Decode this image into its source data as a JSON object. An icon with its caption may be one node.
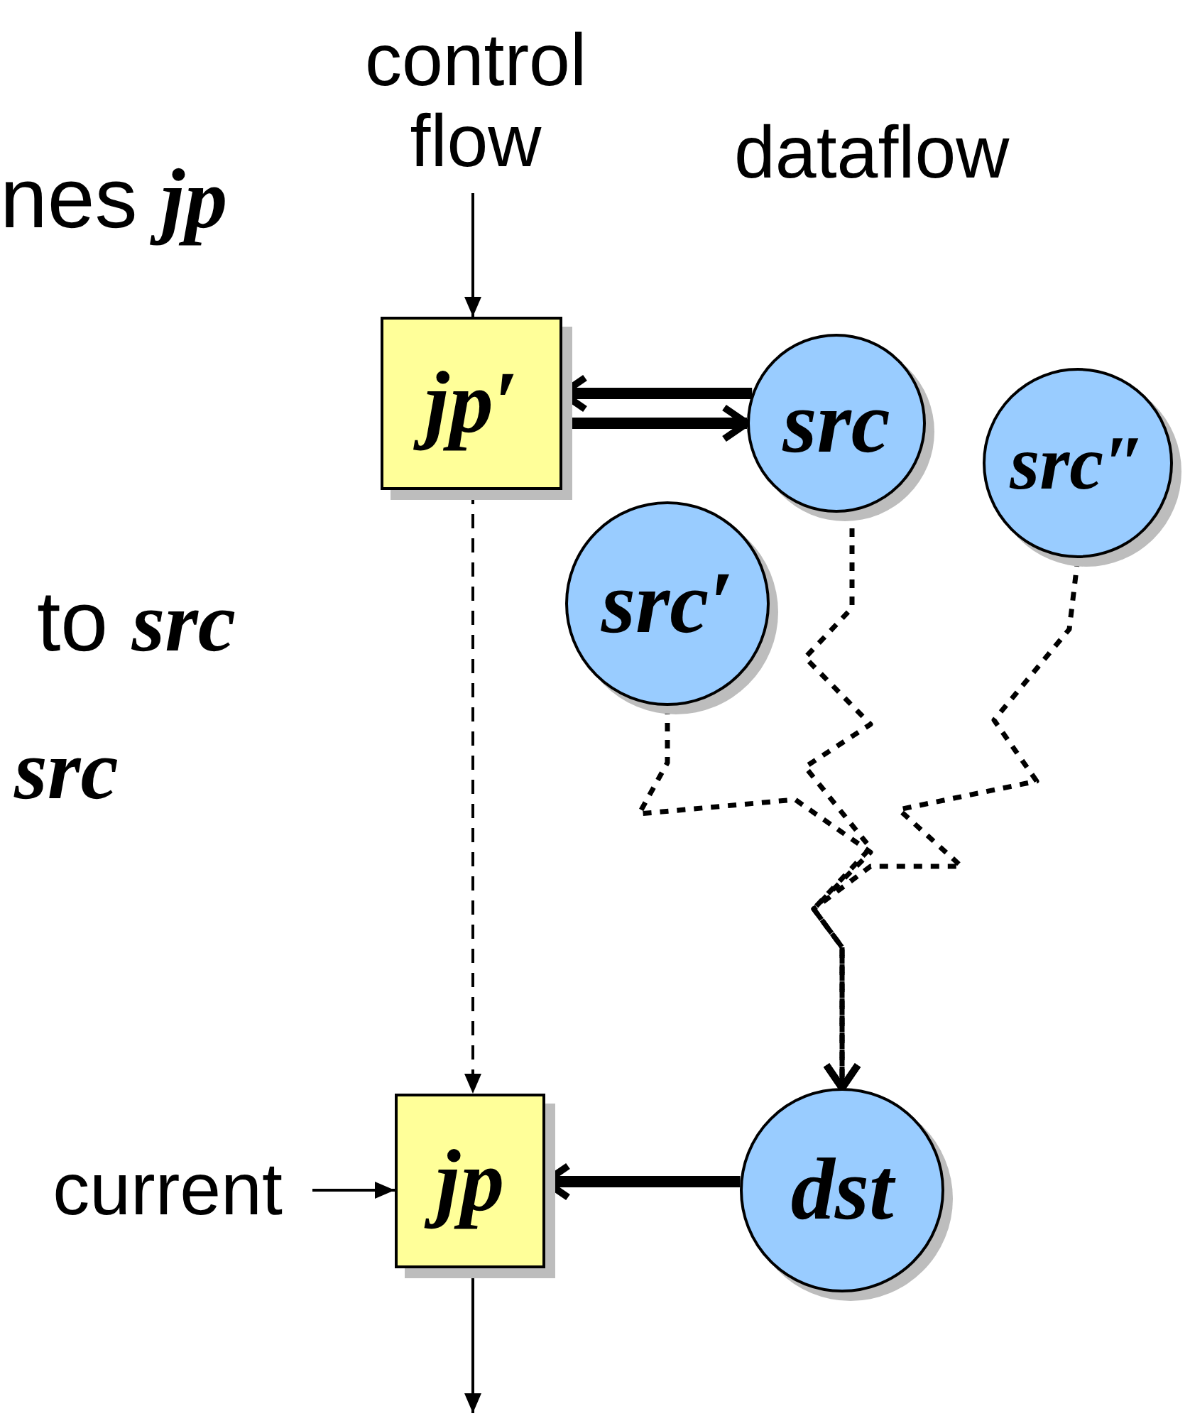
{
  "diagram": {
    "nodes": [
      {
        "text": [
          "control flow"
        ]
      },
      {
        "text": [
          "jp′"
        ]
      },
      {
        "text": [
          "src"
        ]
      },
      {
        "text": [
          "src″"
        ]
      },
      {
        "text": [
          "src′"
        ]
      },
      {
        "text": [
          "jp"
        ]
      },
      {
        "text": [
          "dst"
        ]
      },
      {
        "text": [
          "current"
        ]
      }
    ],
    "edges": [
      {
        "from": 0,
        "to": 1,
        "arrow": "to"
      },
      {
        "from": 2,
        "to": 1,
        "arrow": "to",
        "style": "thick"
      },
      {
        "from": 1,
        "to": 2,
        "arrow": "to",
        "style": "thick"
      },
      {
        "from": 1,
        "to": 5,
        "arrow": "to",
        "style": "dashed"
      },
      {
        "from": 2,
        "to": 6,
        "arrow": "to",
        "style": "dashed"
      },
      {
        "from": 4,
        "to": 6,
        "arrow": "to",
        "style": "dashed"
      },
      {
        "from": 3,
        "to": 6,
        "arrow": "to",
        "style": "dashed"
      },
      {
        "from": 6,
        "to": 5,
        "arrow": "to",
        "style": "thick"
      },
      {
        "from": 7,
        "to": 5,
        "arrow": "to"
      },
      {
        "from": 5,
        "to": null,
        "arrow": "to"
      }
    ],
    "labels": [
      "nes **jp**",
      "dataflow",
      "to **src**",
      "src"
    ]
  }
}
